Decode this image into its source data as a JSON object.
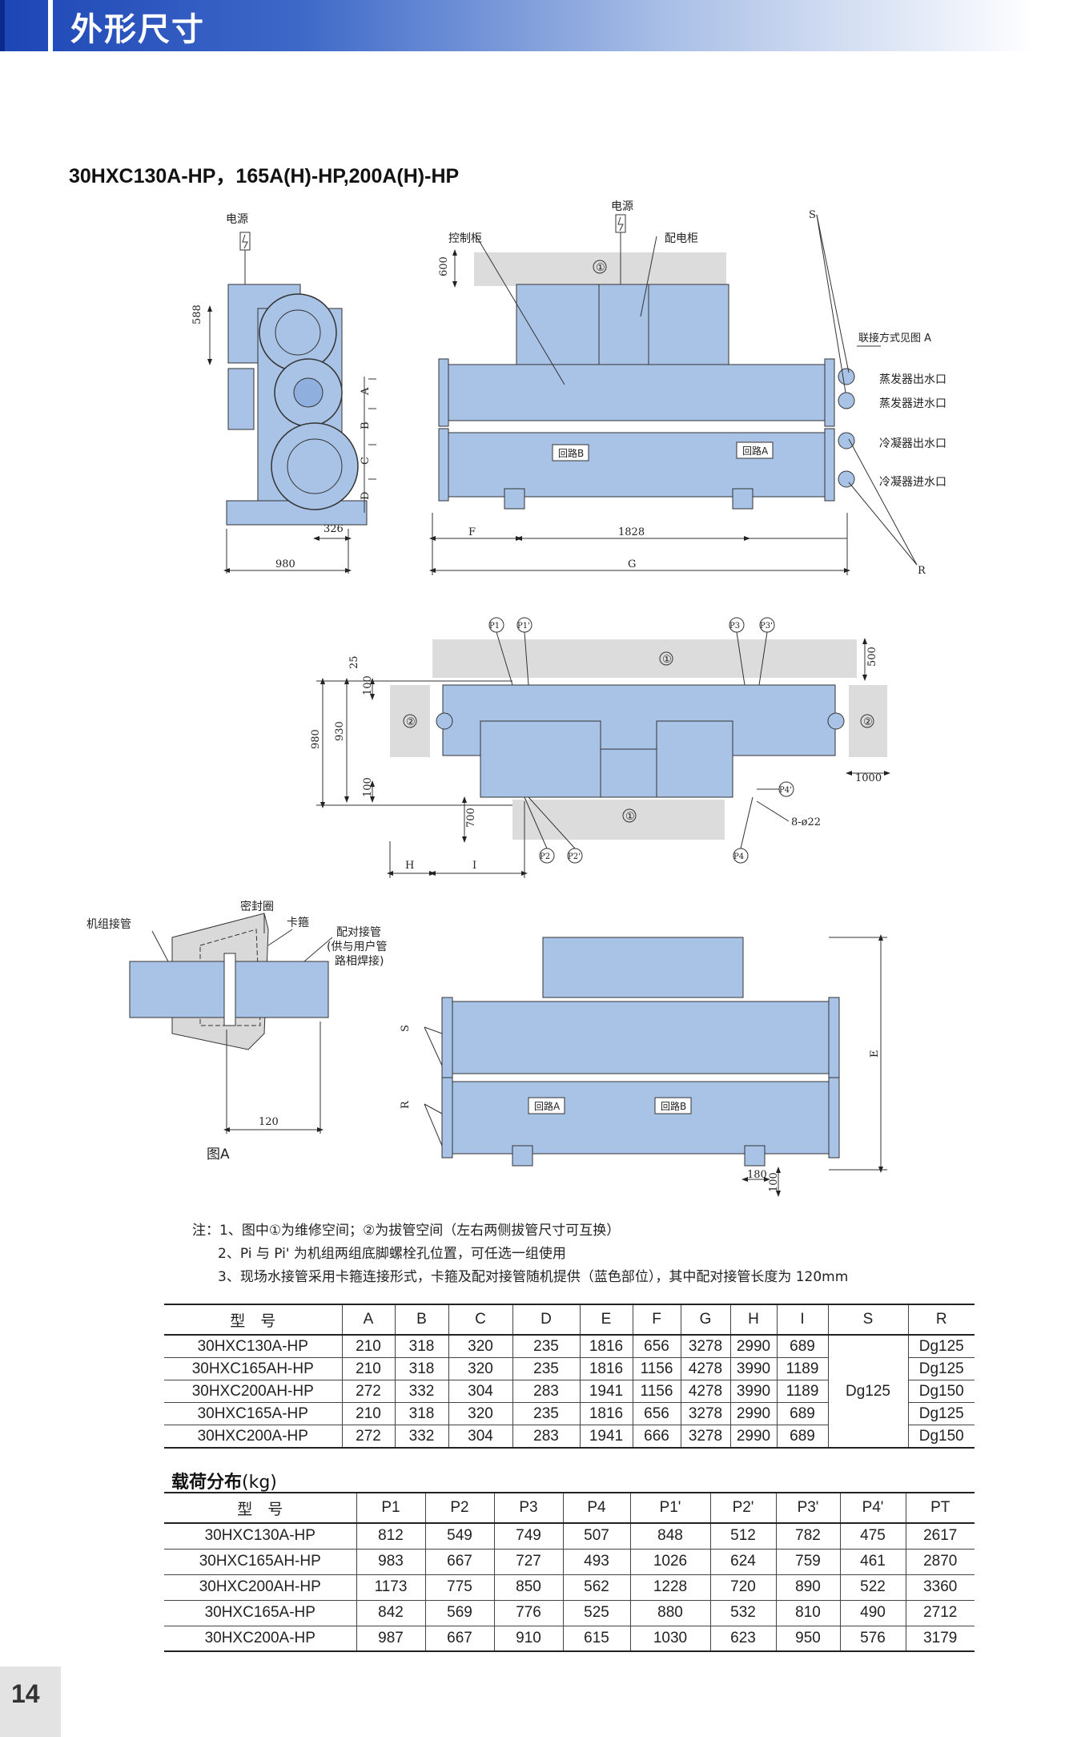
{
  "header": {
    "title": "外形尺寸"
  },
  "model_title": "30HXC130A-HP，165A(H)-HP,200A(H)-HP",
  "drawing": {
    "power": "电源",
    "control_cabinet": "控制柜",
    "distribution_cabinet": "配电柜",
    "connection_ref": "联接方式见图 A",
    "evap_out": "蒸发器出水口",
    "evap_in": "蒸发器进水口",
    "cond_out": "冷凝器出水口",
    "cond_in": "冷凝器进水口",
    "circuit_a": "回路A",
    "circuit_b": "回路B",
    "s": "S",
    "r": "R",
    "d588": "588",
    "d600": "600",
    "d326": "326",
    "d980": "980",
    "d1828": "1828",
    "d25": "25",
    "d100": "100",
    "d930": "930",
    "d500": "500",
    "d1000": "1000",
    "d700": "700",
    "d120": "120",
    "d180": "180",
    "hole": "8-ø22",
    "lbl_a": "A",
    "lbl_b": "B",
    "lbl_c": "C",
    "lbl_d": "D",
    "lbl_e": "E",
    "lbl_f": "F",
    "lbl_g": "G",
    "lbl_h": "H",
    "lbl_i": "I",
    "c1": "①",
    "c2": "②",
    "p1": "P1",
    "p1p": "P1'",
    "p2": "P2",
    "p2p": "P2'",
    "p3": "P3",
    "p3p": "P3'",
    "p4": "P4",
    "p4p": "P4'",
    "unit_pipe": "机组接管",
    "seal": "密封圈",
    "clamp": "卡箍",
    "pair_pipe_1": "配对接管",
    "pair_pipe_2": "(供与用户管",
    "pair_pipe_3": "路相焊接)",
    "fig_a": "图A"
  },
  "notes": [
    "注：1、图中①为维修空间；②为拔管空间（左右两侧拔管尺寸可互换）",
    "2、Pi 与 Pi' 为机组两组底脚螺栓孔位置，可任选一组使用",
    "3、现场水接管采用卡箍连接形式，卡箍及配对接管随机提供（蓝色部位），其中配对接管长度为 120mm"
  ],
  "dims_table": {
    "headers": [
      "型　号",
      "A",
      "B",
      "C",
      "D",
      "E",
      "F",
      "G",
      "H",
      "I",
      "S",
      "R"
    ],
    "rows": [
      [
        "30HXC130A-HP",
        "210",
        "318",
        "320",
        "235",
        "1816",
        "656",
        "3278",
        "2990",
        "689",
        "Dg125"
      ],
      [
        "30HXC165AH-HP",
        "210",
        "318",
        "320",
        "235",
        "1816",
        "1156",
        "4278",
        "3990",
        "1189",
        "Dg125"
      ],
      [
        "30HXC200AH-HP",
        "272",
        "332",
        "304",
        "283",
        "1941",
        "1156",
        "4278",
        "3990",
        "1189",
        "Dg150"
      ],
      [
        "30HXC165A-HP",
        "210",
        "318",
        "320",
        "235",
        "1816",
        "656",
        "3278",
        "2990",
        "689",
        "Dg125"
      ],
      [
        "30HXC200A-HP",
        "272",
        "332",
        "304",
        "283",
        "1941",
        "666",
        "3278",
        "2990",
        "689",
        "Dg150"
      ]
    ],
    "s_value": "Dg125"
  },
  "load_title": {
    "main": "载荷分布",
    "unit": "(kg)"
  },
  "load_table": {
    "headers": [
      "型　号",
      "P1",
      "P2",
      "P3",
      "P4",
      "P1'",
      "P2'",
      "P3'",
      "P4'",
      "PT"
    ],
    "rows": [
      [
        "30HXC130A-HP",
        "812",
        "549",
        "749",
        "507",
        "848",
        "512",
        "782",
        "475",
        "2617"
      ],
      [
        "30HXC165AH-HP",
        "983",
        "667",
        "727",
        "493",
        "1026",
        "624",
        "759",
        "461",
        "2870"
      ],
      [
        "30HXC200AH-HP",
        "1173",
        "775",
        "850",
        "562",
        "1228",
        "720",
        "890",
        "522",
        "3360"
      ],
      [
        "30HXC165A-HP",
        "842",
        "569",
        "776",
        "525",
        "880",
        "532",
        "810",
        "490",
        "2712"
      ],
      [
        "30HXC200A-HP",
        "987",
        "667",
        "910",
        "615",
        "1030",
        "623",
        "950",
        "576",
        "3179"
      ]
    ]
  },
  "page_number": "14"
}
